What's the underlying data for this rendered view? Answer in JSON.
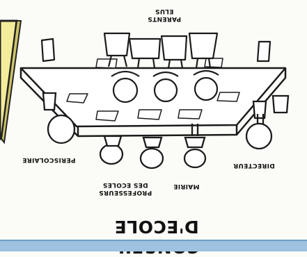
{
  "image": {
    "title": "CONSEIL D'ECOLE",
    "labels": {
      "parents": [
        "PARENTS",
        "ELUS"
      ],
      "periscolaire": "PERISCOLAIRE",
      "directeur": "DIRECTEUR",
      "professeurs": [
        "PROFESSEURS",
        "DES ECOLES"
      ],
      "mairie": "MAIRIE"
    },
    "orientation": "upside-down"
  }
}
